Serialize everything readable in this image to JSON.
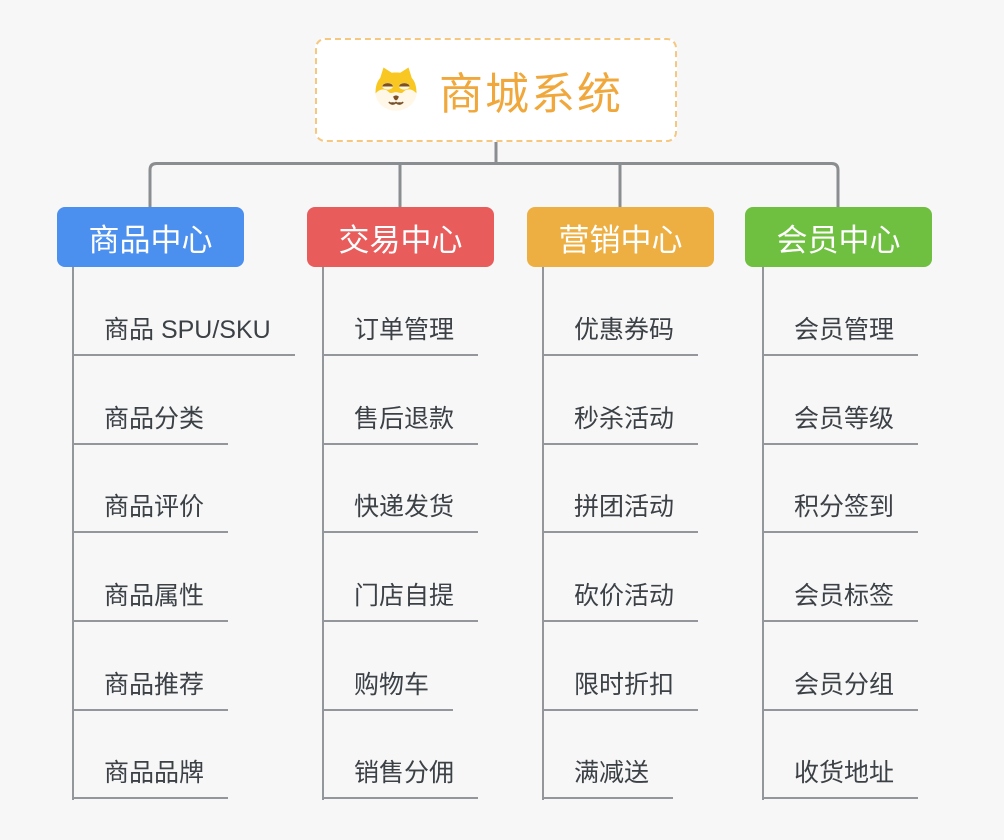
{
  "root": {
    "title": "商城系统",
    "icon": "shiba-dog-face-icon",
    "title_color": "#f0a83c",
    "border_color": "#f6c77f"
  },
  "branches": [
    {
      "label": "商品中心",
      "color": "#4b8fef",
      "items": [
        "商品 SPU/SKU",
        "商品分类",
        "商品评价",
        "商品属性",
        "商品推荐",
        "商品品牌"
      ]
    },
    {
      "label": "交易中心",
      "color": "#e95c5c",
      "items": [
        "订单管理",
        "售后退款",
        "快递发货",
        "门店自提",
        "购物车",
        "销售分佣"
      ]
    },
    {
      "label": "营销中心",
      "color": "#edaf42",
      "items": [
        "优惠券码",
        "秒杀活动",
        "拼团活动",
        "砍价活动",
        "限时折扣",
        "满减送"
      ]
    },
    {
      "label": "会员中心",
      "color": "#6fbf40",
      "items": [
        "会员管理",
        "会员等级",
        "积分签到",
        "会员标签",
        "会员分组",
        "收货地址"
      ]
    }
  ],
  "colors": {
    "canvas_background": "#f7f7f8",
    "connector_line": "#8b8e91",
    "child_line": "#93969a",
    "child_text": "#3c4146",
    "root_background": "#ffffff"
  }
}
